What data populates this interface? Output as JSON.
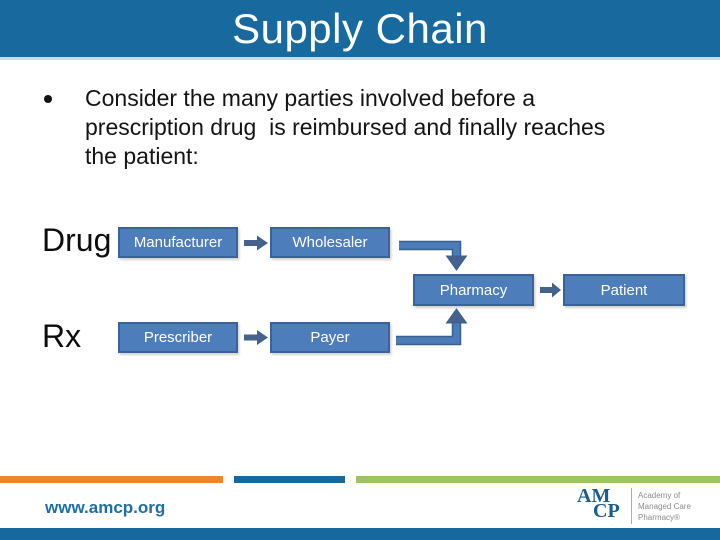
{
  "slide": {
    "title": "Supply Chain",
    "bullet_text": "Consider the many parties involved before a\nprescription drug  is reimbursed and finally reaches\nthe patient:",
    "diagram": {
      "drug_label": "Drug",
      "rx_label": "Rx",
      "boxes": {
        "manufacturer": "Manufacturer",
        "wholesaler": "Wholesaler",
        "pharmacy": "Pharmacy",
        "patient": "Patient",
        "prescriber": "Prescriber",
        "payer": "Payer"
      },
      "icons": {
        "flow_arrow": "right-block-arrow-icon",
        "elbow_down": "elbow-arrow-down-icon",
        "elbow_up": "elbow-arrow-up-icon",
        "bullet": "bullet-dot-icon"
      }
    },
    "footer": {
      "url": "www.amcp.org",
      "logo": {
        "top": "AM",
        "bottom": "CP",
        "org_line1": "Academy of",
        "org_line2": "Managed Care",
        "org_line3": "Pharmacy®"
      }
    },
    "colors": {
      "title_band": "#17699E",
      "title_underline": "#C2DCEC",
      "box_fill": "#4D7EBB",
      "box_border": "#3B6398",
      "block_arrow": "#45628D",
      "connector_stroke": "#4C7CB8",
      "connector_outline": "#38608F",
      "footer_orange": "#E9872D",
      "footer_blue": "#17689F",
      "footer_green": "#9DC45F",
      "url_text": "#1C6FA8",
      "logo_blue": "#1A5C8E",
      "logo_gray": "#8C8C8C"
    }
  }
}
